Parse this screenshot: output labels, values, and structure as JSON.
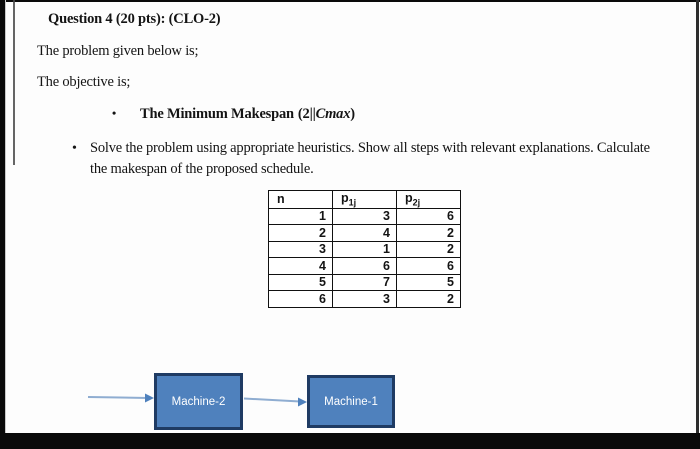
{
  "doc": {
    "title": "Question 4 (20 pts): (CLO-2)",
    "problem_line": "The problem given below is;",
    "objective_line": "The objective is;",
    "objective_bullet": {
      "marker": "•",
      "text_bold": "The Minimum Makespan",
      "formula_open": "(2||",
      "formula_var": "Cmax",
      "formula_close": ")"
    },
    "task_bullet": {
      "marker": "•",
      "text": "Solve the problem using appropriate heuristics. Show all steps with relevant explanations. Calculate the makespan of the proposed schedule."
    }
  },
  "table": {
    "headers": [
      {
        "base": "n",
        "sub": ""
      },
      {
        "base": "p",
        "sub": "1j"
      },
      {
        "base": "p",
        "sub": "2j"
      }
    ],
    "rows": [
      [
        "1",
        "3",
        "6"
      ],
      [
        "2",
        "4",
        "2"
      ],
      [
        "3",
        "1",
        "2"
      ],
      [
        "4",
        "6",
        "6"
      ],
      [
        "5",
        "7",
        "5"
      ],
      [
        "6",
        "3",
        "2"
      ]
    ]
  },
  "diagram": {
    "machines": [
      {
        "label": "Machine-2"
      },
      {
        "label": "Machine-1"
      }
    ],
    "box_fill": "#4f81bd",
    "box_border": "#1f3b63",
    "arrow_line": "#8fadd1",
    "arrow_head": "#4f81bd"
  }
}
